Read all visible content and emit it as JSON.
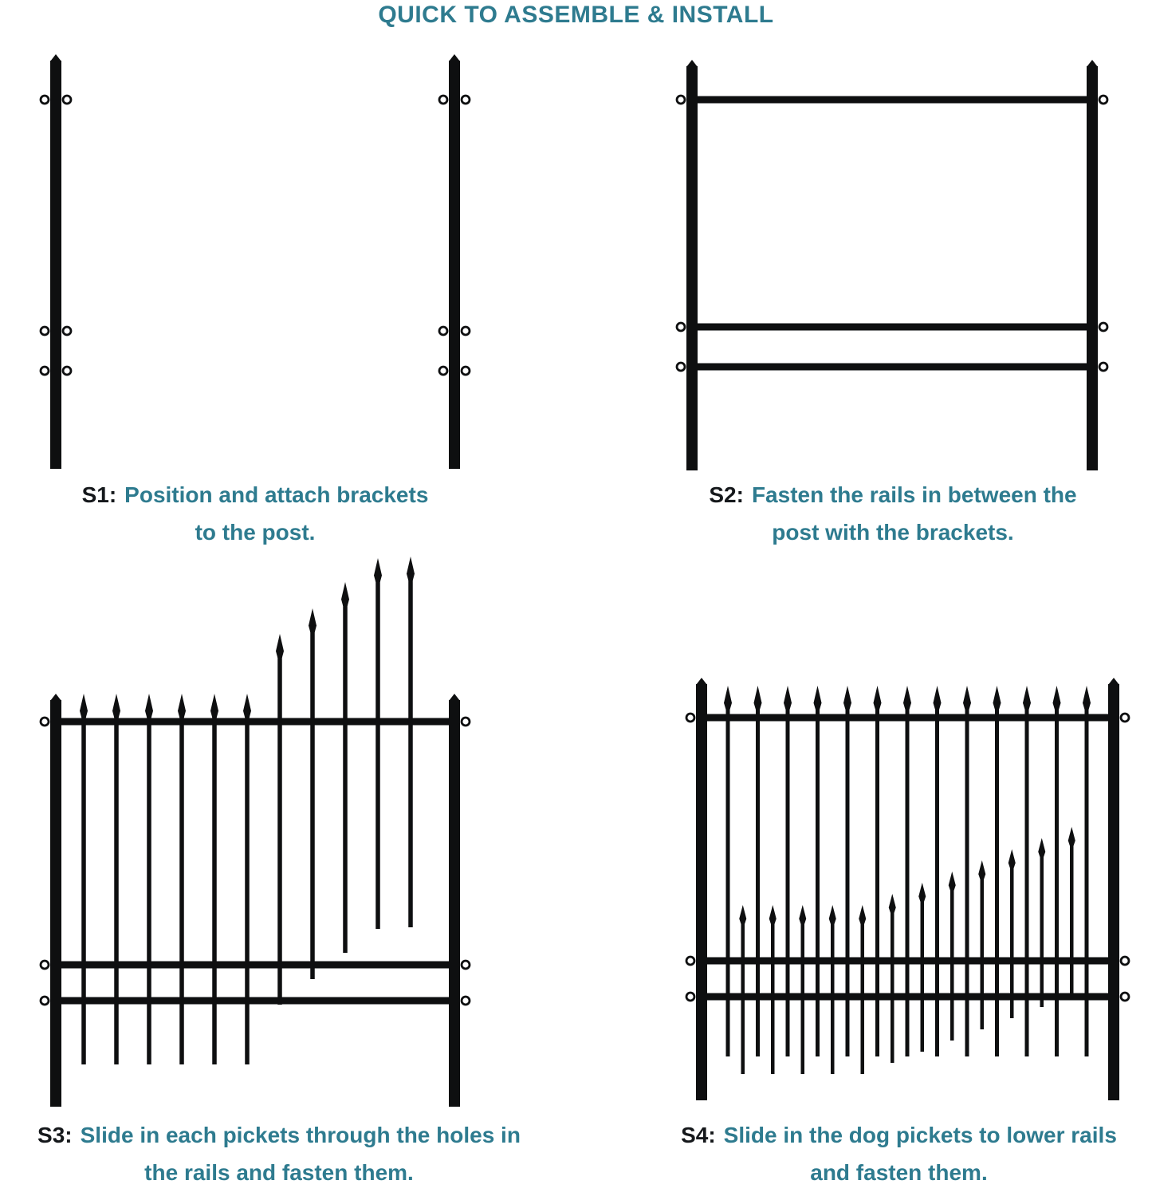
{
  "title": "QUICK TO ASSEMBLE & INSTALL",
  "colors": {
    "accent_teal": "#2E7B8F",
    "label_dark": "#15181B",
    "fence_black": "#0E0F10"
  },
  "steps": [
    {
      "id": "S1",
      "label": "S1:",
      "line1": "Position and attach brackets",
      "line2": "to the post."
    },
    {
      "id": "S2",
      "label": "S2:",
      "line1": "Fasten the rails in between the",
      "line2": "post with the brackets."
    },
    {
      "id": "S3",
      "label": "S3:",
      "line1": "Slide in each pickets through the holes in",
      "line2": "the rails and fasten them."
    },
    {
      "id": "S4",
      "label": "S4:",
      "line1": "Slide in the dog pickets to lower rails",
      "line2": "and fasten them."
    }
  ]
}
